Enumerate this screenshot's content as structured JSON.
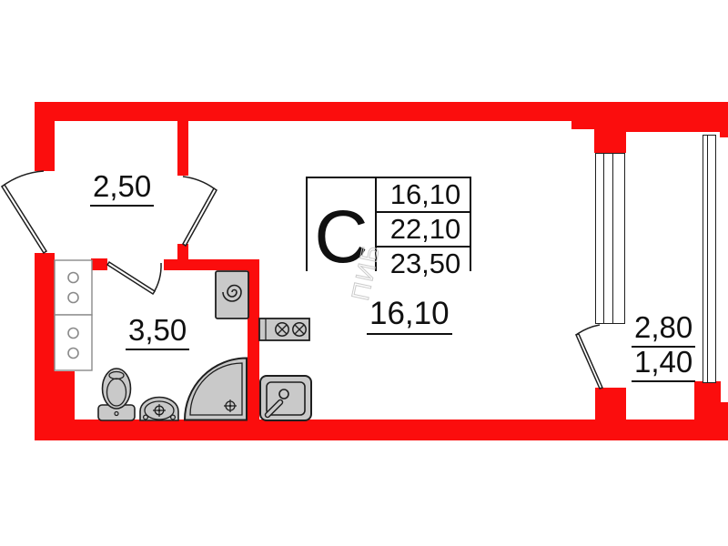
{
  "plan": {
    "unit_type_label": "С",
    "area_table": {
      "rows": [
        "16,10",
        "22,10",
        "23,50"
      ]
    },
    "rooms": {
      "hallway": {
        "area": "2,50"
      },
      "bathroom": {
        "area": "3,50"
      },
      "living_room": {
        "area": "16,10"
      },
      "balcony": {
        "area_full": "2,80",
        "area_reduced": "1,40"
      }
    },
    "watermark": "ПИБ",
    "colors": {
      "wall": "#fb0d0d",
      "fixture_fill": "#c9c9c9",
      "outline": "#1f1f1f",
      "shaft_outline": "#8a8a8a"
    },
    "fixtures": [
      "riser-shaft",
      "washing-machine",
      "stove",
      "kitchen-sink",
      "toilet",
      "washbasin",
      "shower"
    ]
  }
}
